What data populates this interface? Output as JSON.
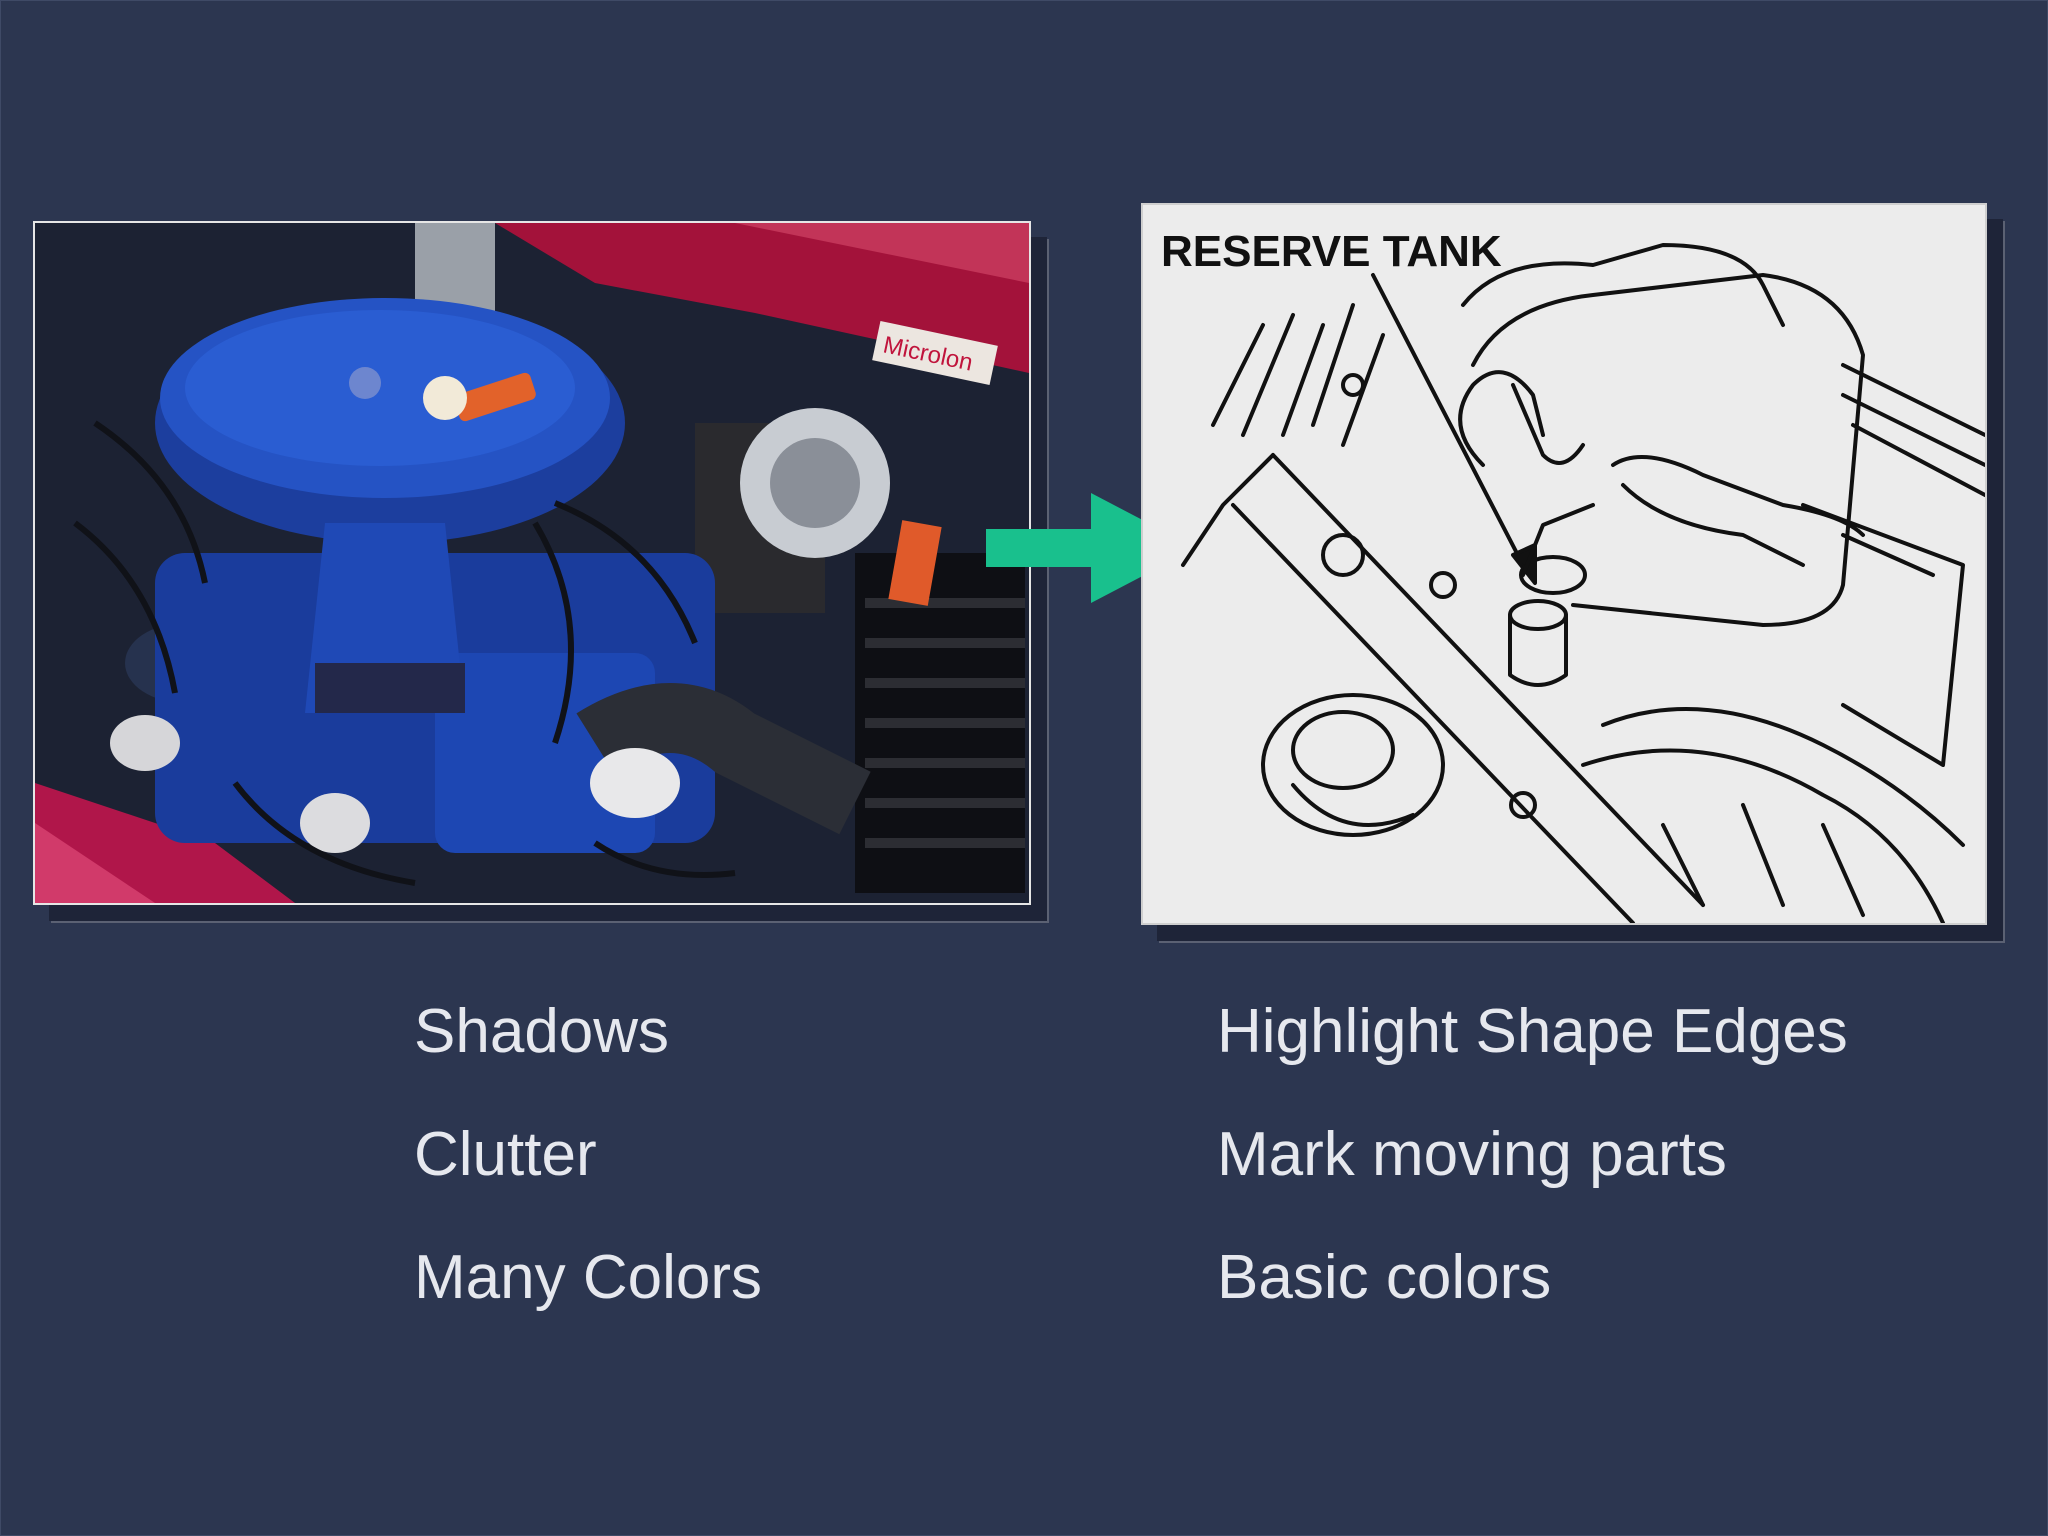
{
  "colors": {
    "background": "#2c3650",
    "arrow": "#19c08d",
    "text": "#e6e8ee"
  },
  "photo": {
    "subject": "engine-bay-photo",
    "sticker_text": "Microlon"
  },
  "diagram": {
    "title": "RESERVE TANK"
  },
  "left_list": [
    {
      "label": "Shadows"
    },
    {
      "label": "Clutter"
    },
    {
      "label": "Many Colors"
    }
  ],
  "right_list": [
    {
      "label": "Highlight Shape Edges"
    },
    {
      "label": "Mark moving parts"
    },
    {
      "label": "Basic colors"
    }
  ]
}
